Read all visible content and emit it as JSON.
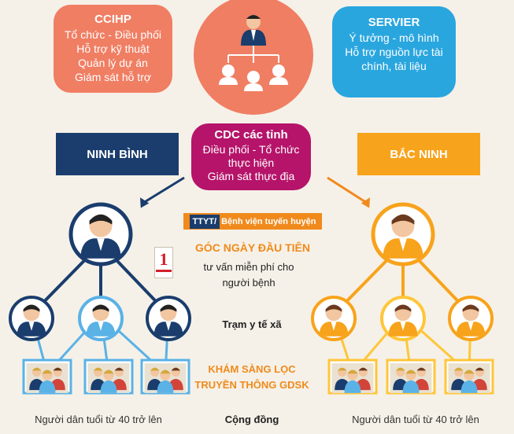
{
  "ccihp": {
    "title": "CCIHP",
    "lines": [
      "Tổ chức - Điều phối",
      "Hỗ trợ kỹ thuật",
      "Quản lý dự án",
      "Giám sát hỗ trợ"
    ]
  },
  "servier": {
    "title": "SERVIER",
    "lines": [
      "Ý tưởng - mô hình",
      "Hỗ trợ nguồn lực tài",
      "chính, tài liệu"
    ]
  },
  "cdc": {
    "title": "CDC các tỉnh",
    "lines": [
      "Điều phối - Tổ chức",
      "thực hiện",
      "Giám sát thực địa"
    ]
  },
  "regions": {
    "left": "NINH BÌNH",
    "right": "BẮC NINH"
  },
  "ttyt": {
    "part1": "TTYT/",
    "part2": "Bệnh viện tuyến huyện"
  },
  "goc": {
    "badge_number": "1",
    "title": "GÓC NGÀY ĐẦU TIÊN",
    "desc_line1": "tư vấn miễn phí cho",
    "desc_line2": "người bệnh"
  },
  "tram": "Trạm y tế xã",
  "kham": {
    "line1": "KHÁM SÀNG LỌC",
    "line2": "TRUYỀN THÔNG GDSK"
  },
  "population": {
    "left": "Người dân tuổi từ 40 trở lên",
    "right": "Người dân tuổi từ 40 trở lên",
    "center": "Cộng đồng"
  },
  "colors": {
    "ccihp": "#f07e63",
    "servier": "#2aa6df",
    "cdc": "#b5146a",
    "ninh_binh": "#1a3d6d",
    "bac_ninh": "#f8a31c",
    "accent": "#f08a1c",
    "left_tree_dark": "#1a3d6d",
    "left_tree_light": "#5ab2e6",
    "right_tree": "#f8a31c",
    "right_tree_light": "#ffc63a",
    "background": "#f5f1e8"
  },
  "icons": [
    "org-chart-icon",
    "person-icon",
    "group-icon",
    "arrow-icon",
    "day-one-badge-icon"
  ]
}
